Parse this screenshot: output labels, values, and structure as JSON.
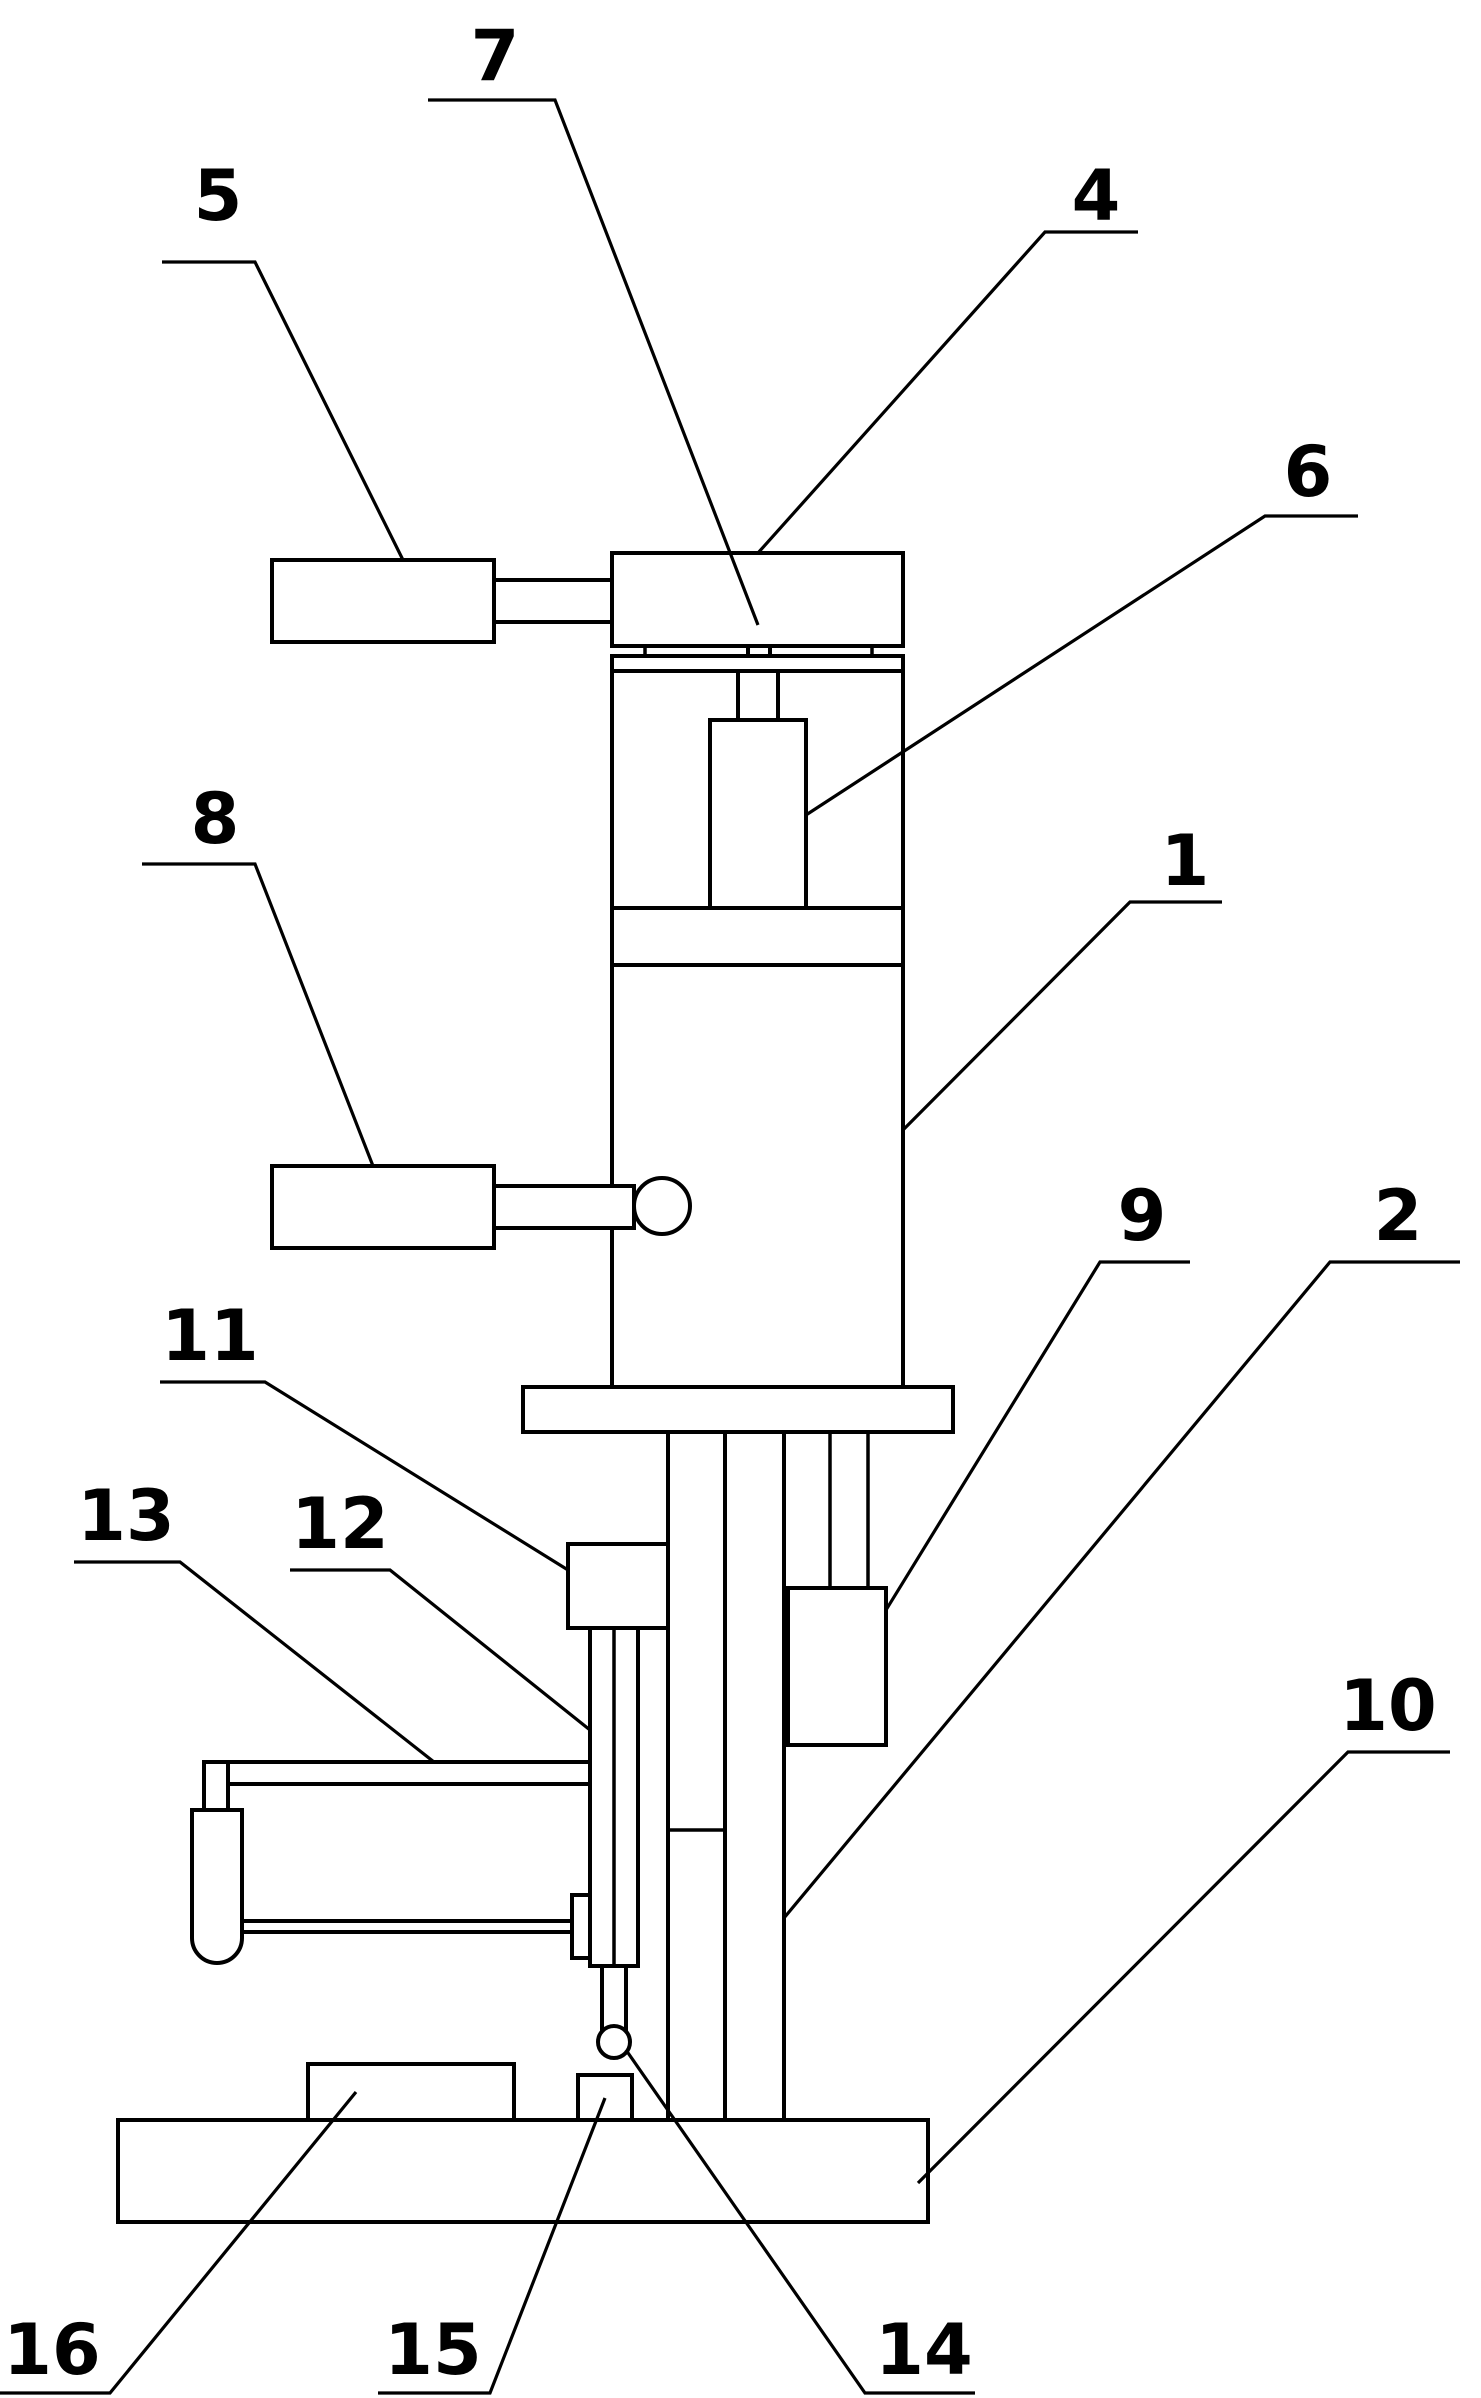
{
  "diagram": {
    "labels": [
      {
        "id": "1",
        "text": "1"
      },
      {
        "id": "2",
        "text": "2"
      },
      {
        "id": "4",
        "text": "4"
      },
      {
        "id": "5",
        "text": "5"
      },
      {
        "id": "6",
        "text": "6"
      },
      {
        "id": "7",
        "text": "7"
      },
      {
        "id": "8",
        "text": "8"
      },
      {
        "id": "9",
        "text": "9"
      },
      {
        "id": "10",
        "text": "10"
      },
      {
        "id": "11",
        "text": "11"
      },
      {
        "id": "12",
        "text": "12"
      },
      {
        "id": "13",
        "text": "13"
      },
      {
        "id": "14",
        "text": "14"
      },
      {
        "id": "15",
        "text": "15"
      },
      {
        "id": "16",
        "text": "16"
      }
    ],
    "colors": {
      "stroke": "#000000",
      "background": "#ffffff"
    }
  }
}
